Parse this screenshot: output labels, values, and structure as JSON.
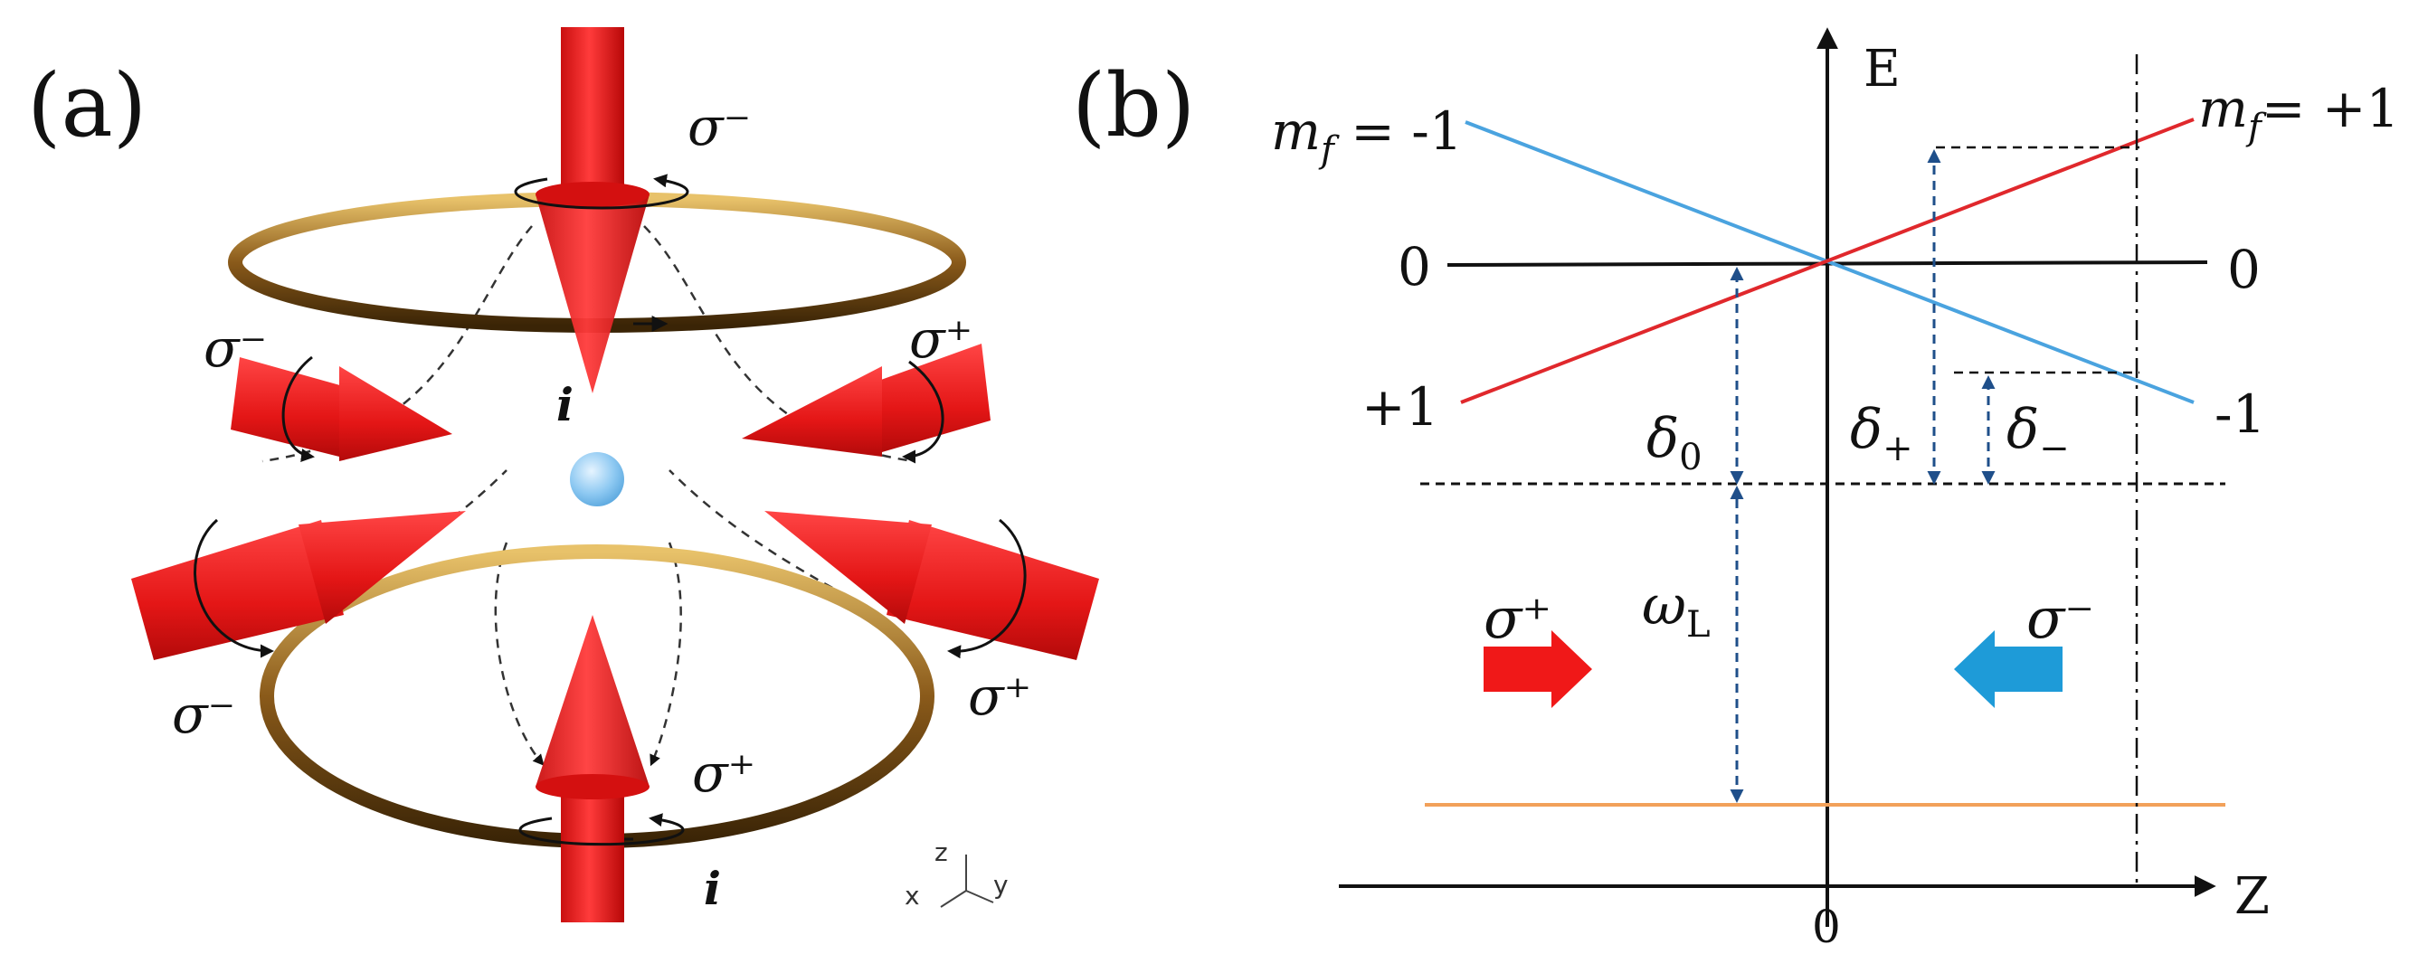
{
  "panel_a": {
    "label": "(a)",
    "beam_labels": {
      "top": "σ⁻",
      "upper_left": "σ⁻",
      "upper_right": "σ⁺",
      "lower_left": "σ⁻",
      "lower_right": "σ⁺",
      "bottom": "σ⁺"
    },
    "current_upper": "i",
    "current_lower": "i",
    "axes": {
      "z": "z",
      "x": "x",
      "y": "y"
    }
  },
  "panel_b": {
    "label": "(b)",
    "energy_axis": "E",
    "position_axis": "Z",
    "origin": "0",
    "left_level_labels": {
      "minus1_prefix": "m",
      "minus1_sub": "f",
      "minus1_value": " = -1",
      "zero": "0",
      "plus1": "+1"
    },
    "right_level_labels": {
      "plus1_prefix": "m",
      "plus1_sub": "f",
      "plus1_value": "= +1",
      "zero": "0",
      "minus1": "-1"
    },
    "detunings": {
      "d0_main": "δ",
      "d0_sub": "0",
      "dplus_main": "δ",
      "dplus_sub": "+",
      "dminus_main": "δ",
      "dminus_sub": "−"
    },
    "laser_freq": {
      "main": "ω",
      "sub": "L"
    },
    "beam_left": "σ⁺",
    "beam_right": "σ⁻",
    "colors": {
      "mf_minus1_line": "#4aa3df",
      "mf_plus1_line": "#e0282c",
      "ground_line": "#f2a15a",
      "dashed_arrow": "#1f4f8a",
      "arrow_left": "#f01818",
      "arrow_right": "#1e9bd8"
    }
  }
}
